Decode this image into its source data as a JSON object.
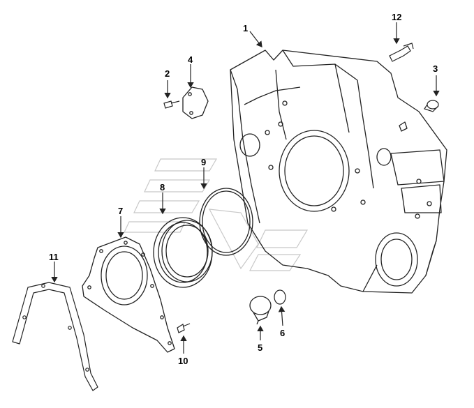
{
  "diagram": {
    "line_color": "#222222",
    "watermark_color": "#c8c8c8",
    "callouts": [
      {
        "label": "1"
      },
      {
        "label": "2"
      },
      {
        "label": "3"
      },
      {
        "label": "4"
      },
      {
        "label": "5"
      },
      {
        "label": "6"
      },
      {
        "label": "7"
      },
      {
        "label": "8"
      },
      {
        "label": "9"
      },
      {
        "label": "10"
      },
      {
        "label": "11"
      },
      {
        "label": "12"
      }
    ]
  }
}
